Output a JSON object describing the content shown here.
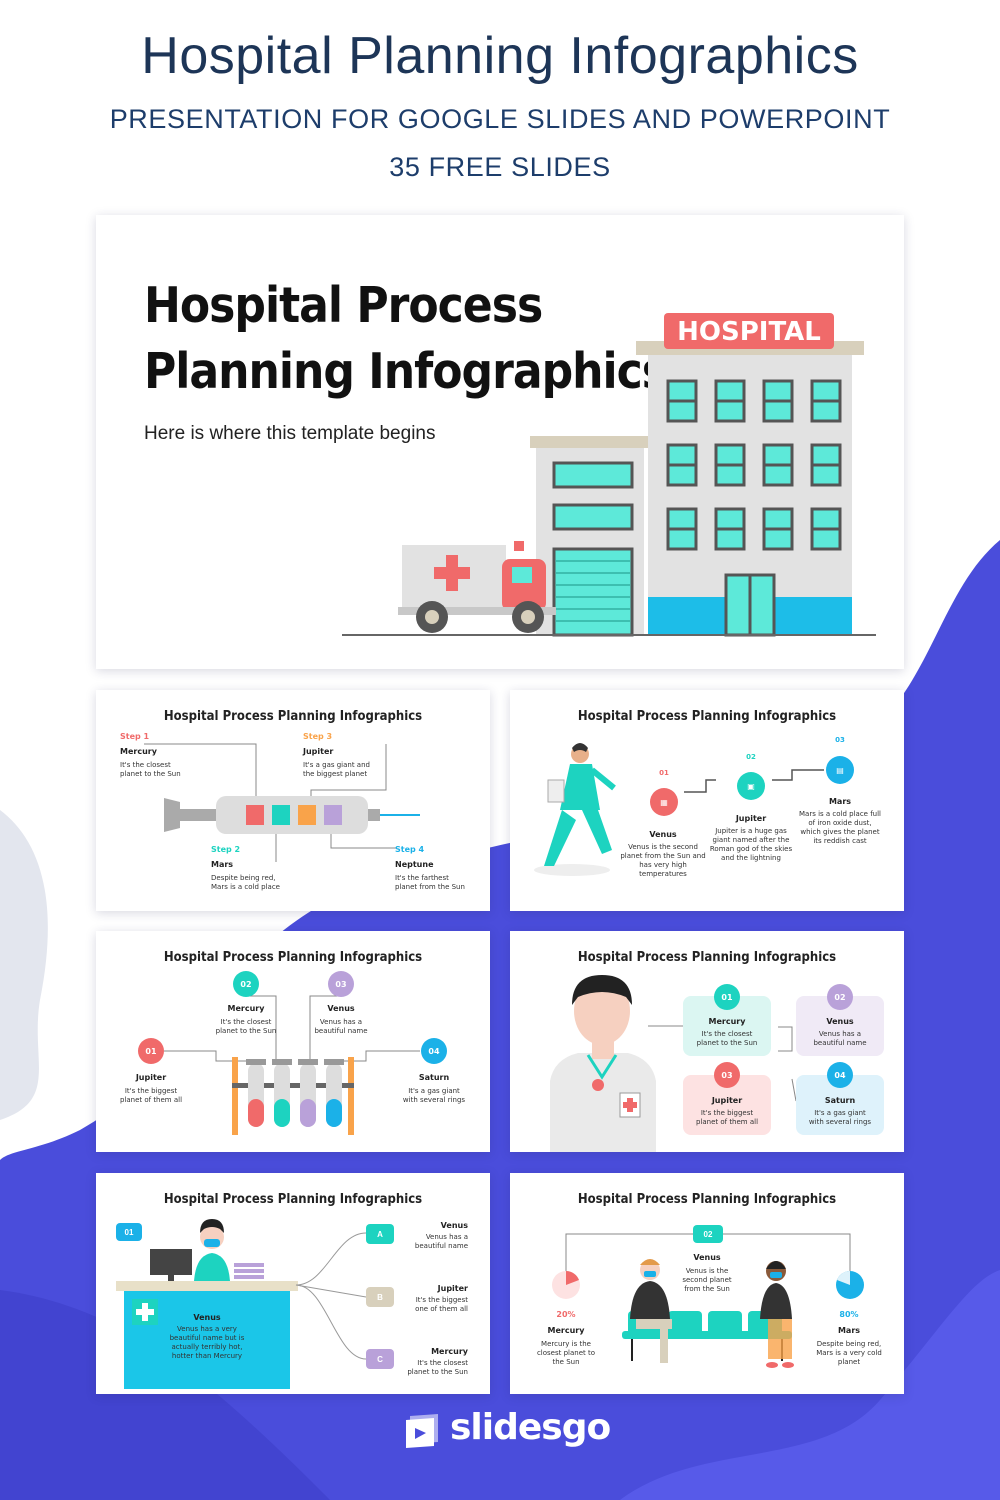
{
  "page": {
    "title": "Hospital Planning Infographics",
    "subtitle": "PRESENTATION FOR GOOGLE SLIDES AND POWERPOINT",
    "slides_count": "35 FREE SLIDES",
    "brand": "slidesgo"
  },
  "colors": {
    "background_blob": "#4a4ddb",
    "teal": "#1dd3c0",
    "red": "#f06a6a",
    "orange": "#f9a34a",
    "purple": "#b9a1d9",
    "blue": "#1bb1e8"
  },
  "cover": {
    "title_line1": "Hospital Process",
    "title_line2": "Planning Infographics",
    "tagline": "Here is where this template begins",
    "sign": "HOSPITAL"
  },
  "slide_title": "Hospital Process Planning Infographics",
  "slide1": {
    "steps": [
      {
        "step": "Step 1",
        "name": "Mercury",
        "desc1": "It's the closest",
        "desc2": "planet to the Sun"
      },
      {
        "step": "Step 2",
        "name": "Mars",
        "desc1": "Despite being red,",
        "desc2": "Mars is a cold place"
      },
      {
        "step": "Step 3",
        "name": "Jupiter",
        "desc1": "It's a gas giant and",
        "desc2": "the biggest planet"
      },
      {
        "step": "Step 4",
        "name": "Neptune",
        "desc1": "It's the farthest",
        "desc2": "planet from the Sun"
      }
    ]
  },
  "slide2": {
    "items": [
      {
        "num": "01",
        "name": "Venus",
        "lines": [
          "Venus is the second",
          "planet from the Sun and",
          "has very high",
          "temperatures"
        ]
      },
      {
        "num": "02",
        "name": "Jupiter",
        "lines": [
          "Jupiter is a huge gas",
          "giant named after the",
          "Roman god of the skies",
          "and the lightning"
        ]
      },
      {
        "num": "03",
        "name": "Mars",
        "lines": [
          "Mars is a cold place full",
          "of iron oxide dust,",
          "which gives the planet",
          "its reddish cast"
        ]
      }
    ]
  },
  "slide3": {
    "items": [
      {
        "num": "01",
        "name": "Jupiter",
        "d1": "It's the biggest",
        "d2": "planet of them all"
      },
      {
        "num": "02",
        "name": "Mercury",
        "d1": "It's the closest",
        "d2": "planet to the Sun"
      },
      {
        "num": "03",
        "name": "Venus",
        "d1": "Venus has a",
        "d2": "beautiful name"
      },
      {
        "num": "04",
        "name": "Saturn",
        "d1": "It's a gas giant",
        "d2": "with several rings"
      }
    ]
  },
  "slide4": {
    "items": [
      {
        "num": "01",
        "name": "Mercury",
        "d1": "It's the closest",
        "d2": "planet to the Sun"
      },
      {
        "num": "02",
        "name": "Venus",
        "d1": "Venus has a",
        "d2": "beautiful name"
      },
      {
        "num": "03",
        "name": "Jupiter",
        "d1": "It's the biggest",
        "d2": "planet of them all"
      },
      {
        "num": "04",
        "name": "Saturn",
        "d1": "It's a gas giant",
        "d2": "with several rings"
      }
    ]
  },
  "slide5": {
    "num": "01",
    "desk_name": "Venus",
    "desk_lines": [
      "Venus has a very",
      "beautiful name but is",
      "actually terribly hot,",
      "hotter than Mercury"
    ],
    "options": [
      {
        "letter": "A",
        "name": "Venus",
        "d1": "Venus has a",
        "d2": "beautiful name"
      },
      {
        "letter": "B",
        "name": "Jupiter",
        "d1": "It's the biggest",
        "d2": "one of them all"
      },
      {
        "letter": "C",
        "name": "Mercury",
        "d1": "It's the closest",
        "d2": "planet to the Sun"
      }
    ]
  },
  "slide6": {
    "num": "02",
    "center_name": "Venus",
    "center_lines": [
      "Venus is the",
      "second planet",
      "from the Sun"
    ],
    "left": {
      "pct": "20%",
      "name": "Mercury",
      "lines": [
        "Mercury is the",
        "closest planet to",
        "the Sun"
      ]
    },
    "right": {
      "pct": "80%",
      "name": "Mars",
      "lines": [
        "Despite being red,",
        "Mars is a very cold",
        "planet"
      ]
    }
  }
}
